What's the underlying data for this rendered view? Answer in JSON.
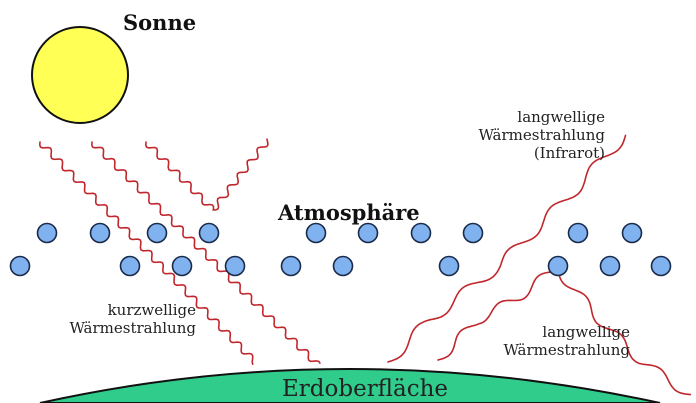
{
  "labels": {
    "sun": "Sonne",
    "atmosphere": "Atmosphäre",
    "earth": "Erdoberfläche",
    "shortwave_line1": "kurzwellige",
    "shortwave_line2": "Wärmestrahlung",
    "longwave_ir_line1": "langwellige",
    "longwave_ir_line2": "Wärmestrahlung",
    "longwave_ir_line3": "(Infrarot)",
    "longwave_line1": "langwellige",
    "longwave_line2": "Wärmestrahlung"
  },
  "colors": {
    "sun_fill": "#ffff55",
    "sun_stroke": "#111111",
    "earth_fill": "#2fcc8c",
    "earth_stroke": "#111111",
    "particle_fill": "#7fb2ee",
    "particle_stroke": "#1a2a4a",
    "ray": "#c0272d"
  }
}
